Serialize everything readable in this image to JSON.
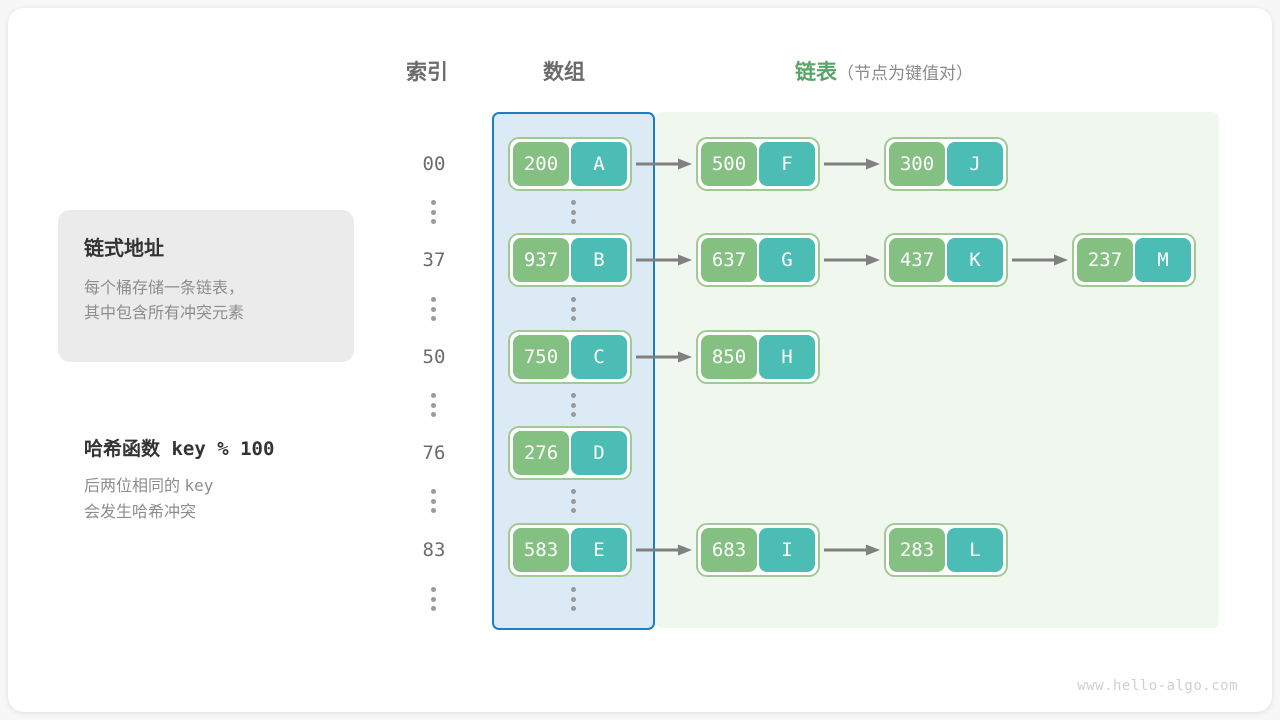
{
  "headers": {
    "index": "索引",
    "array": "数组",
    "list_main": "链表",
    "list_sub": "（节点为键值对）"
  },
  "note_card": {
    "title": "链式地址",
    "line1": "每个桶存储一条链表，",
    "line2": "其中包含所有冲突元素"
  },
  "hash_note": {
    "title": "哈希函数 key % 100",
    "line1_prefix": "后两位相同的 ",
    "line1_mono": "key",
    "line2": "会发生哈希冲突"
  },
  "rows": [
    {
      "index": "00",
      "bucket": {
        "key": "200",
        "value": "A"
      },
      "chain": [
        {
          "key": "500",
          "value": "F"
        },
        {
          "key": "300",
          "value": "J"
        }
      ]
    },
    {
      "index": "37",
      "bucket": {
        "key": "937",
        "value": "B"
      },
      "chain": [
        {
          "key": "637",
          "value": "G"
        },
        {
          "key": "437",
          "value": "K"
        },
        {
          "key": "237",
          "value": "M"
        }
      ]
    },
    {
      "index": "50",
      "bucket": {
        "key": "750",
        "value": "C"
      },
      "chain": [
        {
          "key": "850",
          "value": "H"
        }
      ]
    },
    {
      "index": "76",
      "bucket": {
        "key": "276",
        "value": "D"
      },
      "chain": []
    },
    {
      "index": "83",
      "bucket": {
        "key": "583",
        "value": "E"
      },
      "chain": [
        {
          "key": "683",
          "value": "I"
        },
        {
          "key": "283",
          "value": "L"
        }
      ]
    }
  ],
  "ellipsis_glyph": "⋮",
  "watermark": "www.hello-algo.com",
  "colors": {
    "key_cell": "#84c082",
    "value_cell": "#4cbdb4",
    "node_border": "#9fcb93",
    "array_panel_fill": "#dceaf6",
    "array_panel_border": "#1f7dc4",
    "list_panel_fill": "#eff7ef",
    "accent_green_text": "#5aa469",
    "arrow": "#808080"
  }
}
